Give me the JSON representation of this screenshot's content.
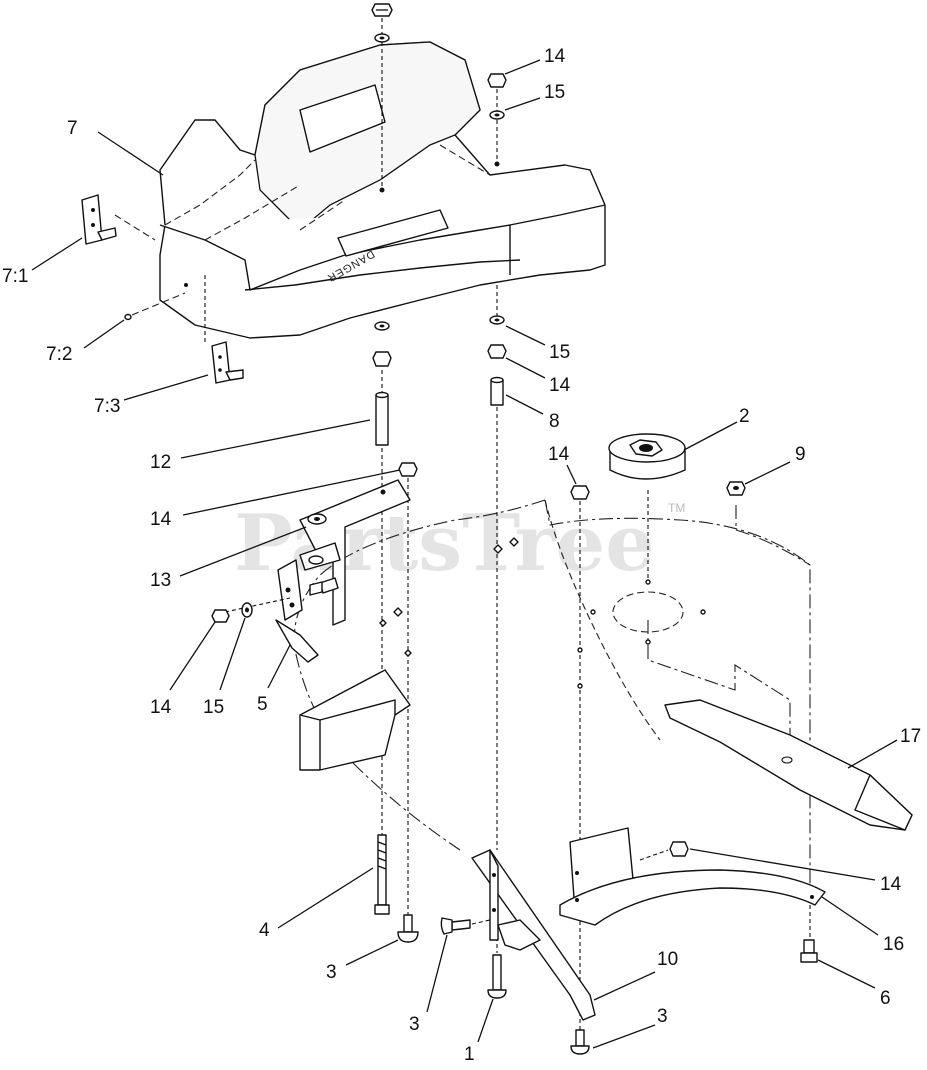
{
  "watermark": {
    "text": "PartsTree",
    "trademark": "TM"
  },
  "decal_text": "DANGER",
  "callouts": [
    {
      "id": "c-14a",
      "label": "14"
    },
    {
      "id": "c-15a",
      "label": "15"
    },
    {
      "id": "c-7",
      "label": "7"
    },
    {
      "id": "c-7-1",
      "label": "7:1"
    },
    {
      "id": "c-7-2",
      "label": "7:2"
    },
    {
      "id": "c-7-3",
      "label": "7:3"
    },
    {
      "id": "c-15b",
      "label": "15"
    },
    {
      "id": "c-14b",
      "label": "14"
    },
    {
      "id": "c-8",
      "label": "8"
    },
    {
      "id": "c-2",
      "label": "2"
    },
    {
      "id": "c-14c",
      "label": "14"
    },
    {
      "id": "c-9",
      "label": "9"
    },
    {
      "id": "c-12",
      "label": "12"
    },
    {
      "id": "c-14d",
      "label": "14"
    },
    {
      "id": "c-13",
      "label": "13"
    },
    {
      "id": "c-14e",
      "label": "14"
    },
    {
      "id": "c-15c",
      "label": "15"
    },
    {
      "id": "c-5",
      "label": "5"
    },
    {
      "id": "c-17",
      "label": "17"
    },
    {
      "id": "c-14f",
      "label": "14"
    },
    {
      "id": "c-16",
      "label": "16"
    },
    {
      "id": "c-4",
      "label": "4"
    },
    {
      "id": "c-3a",
      "label": "3"
    },
    {
      "id": "c-10",
      "label": "10"
    },
    {
      "id": "c-6",
      "label": "6"
    },
    {
      "id": "c-3b",
      "label": "3"
    },
    {
      "id": "c-3c",
      "label": "3"
    },
    {
      "id": "c-1",
      "label": "1"
    }
  ]
}
